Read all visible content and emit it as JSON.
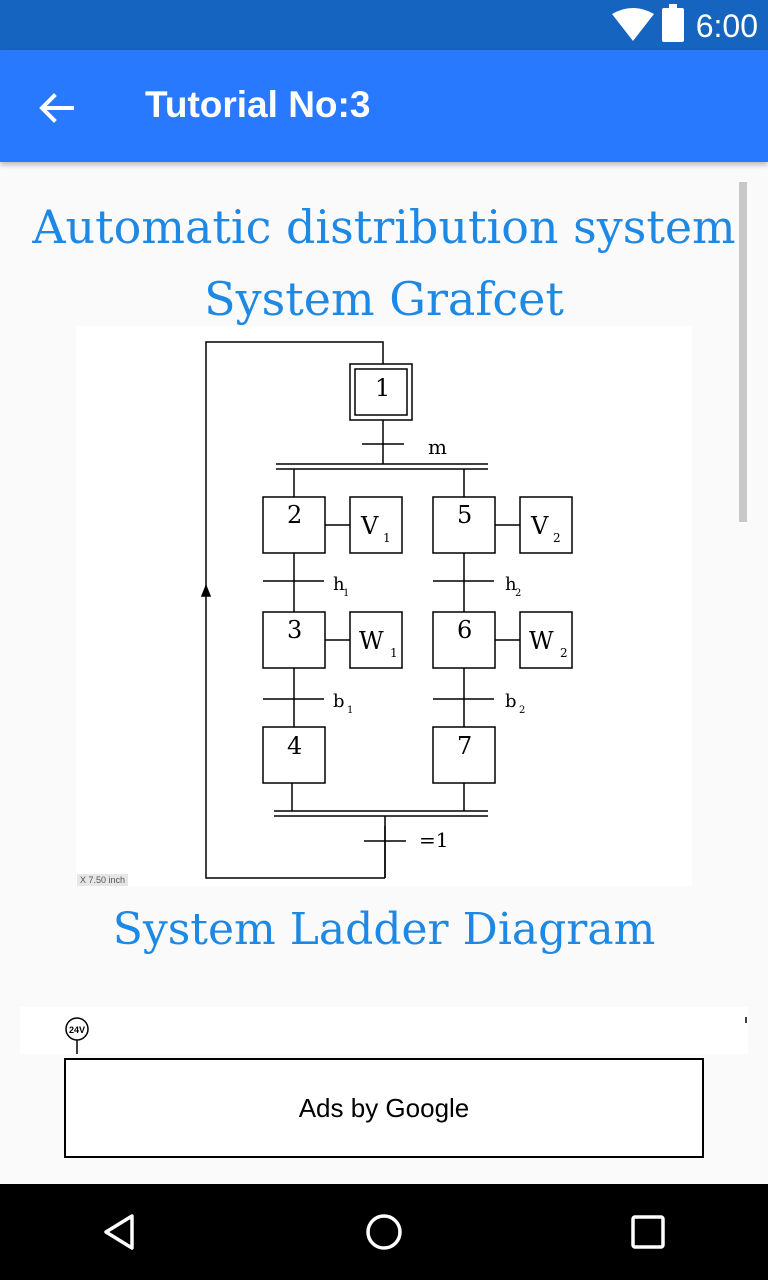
{
  "status_bar": {
    "time": "6:00",
    "icons": [
      "wifi-icon",
      "battery-icon"
    ]
  },
  "app_bar": {
    "title": "Tutorial No:3",
    "back_icon": "back-arrow-icon"
  },
  "content": {
    "heading_main": "Automatic distribution system",
    "heading_grafcet": "System Grafcet",
    "heading_ladder": "System Ladder Diagram",
    "grafcet": {
      "initial_step": "1",
      "transition_start": "m",
      "left_branch": {
        "steps": [
          "2",
          "3",
          "4"
        ],
        "actions": [
          "V",
          "W"
        ],
        "action_subs": [
          "1",
          "1"
        ],
        "transitions": [
          "h",
          "b"
        ],
        "transition_subs": [
          "1",
          "1"
        ]
      },
      "right_branch": {
        "steps": [
          "5",
          "6",
          "7"
        ],
        "actions": [
          "V",
          "W"
        ],
        "action_subs": [
          "2",
          "2"
        ],
        "transitions": [
          "h",
          "b"
        ],
        "transition_subs": [
          "2",
          "2"
        ]
      },
      "transition_end": "=1",
      "size_label": "X 7.50 inch"
    },
    "ladder_preview": {
      "voltage_label": "24V"
    }
  },
  "ad": {
    "label": "Ads by Google"
  },
  "nav_bar": {
    "back": "nav-back-icon",
    "home": "nav-home-icon",
    "recents": "nav-recents-icon"
  },
  "colors": {
    "status_bar": "#1565c0",
    "app_bar": "#2979ff",
    "heading": "#1e88e5"
  }
}
